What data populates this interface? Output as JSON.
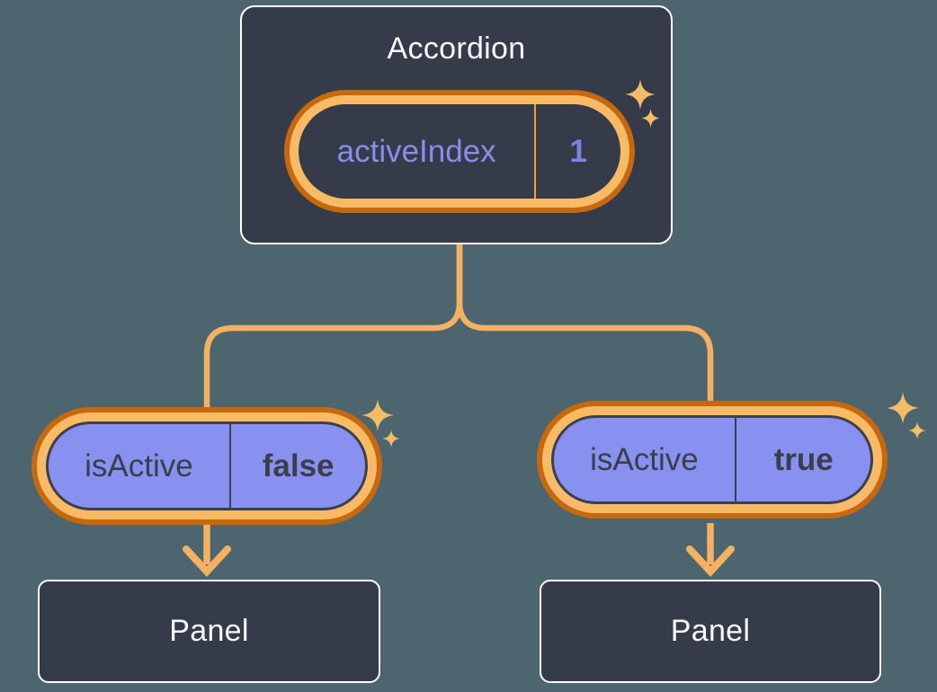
{
  "diagram": {
    "accordion": {
      "title": "Accordion",
      "prop": {
        "name": "activeIndex",
        "value": "1"
      }
    },
    "children": [
      {
        "id": "left",
        "prop": {
          "name": "isActive",
          "value": "false"
        },
        "panel": "Panel"
      },
      {
        "id": "right",
        "prop": {
          "name": "isActive",
          "value": "true"
        },
        "panel": "Panel"
      }
    ]
  },
  "icons": {
    "sparkle": "sparkle-icon",
    "arrow": "arrow-down-icon"
  },
  "palette": {
    "background": "#4C656F",
    "node_bg": "#353B48",
    "node_border": "#FFFFFF",
    "text_light": "#F7F8FA",
    "text_dark": "#39404C",
    "purple_fill": "#8890F0",
    "purple_text": "#868EE9",
    "purple_value": "#7B84E4",
    "ring_outer": "#C5680E",
    "ring_inner": "#F8BA64",
    "pill_outline": "#3A414D",
    "line": "#F3B161",
    "sparkle": "#F5BC68",
    "divider_orange": "#E8A33B"
  }
}
